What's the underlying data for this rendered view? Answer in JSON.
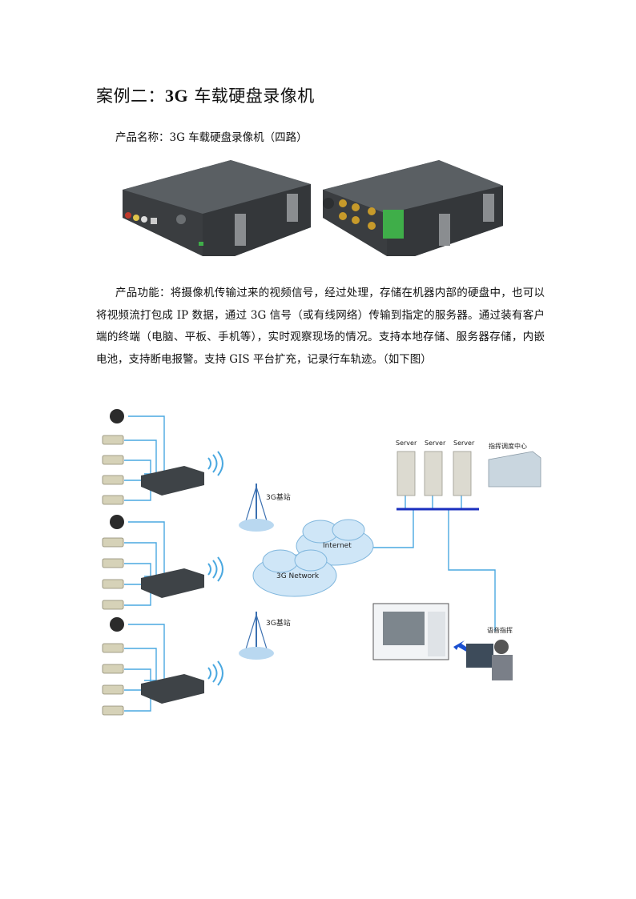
{
  "heading": {
    "prefix": "案例二：",
    "bold": "3G",
    "suffix": "车载硬盘录像机"
  },
  "product_name": "产品名称：3G 车载硬盘录像机（四路）",
  "function_text": "产品功能：将摄像机传输过来的视频信号，经过处理，存储在机器内部的硬盘中，也可以将视频流打包成 IP 数据，通过 3G 信号（或有线网络）传输到指定的服务器。通过装有客户端的终端（电脑、平板、手机等），实时观察现场的情况。支持本地存储、服务器存储，内嵌电池，支持断电报警。支持 GIS 平台扩充，记录行车轨迹。（如下图）",
  "diagram": {
    "servers": [
      "Server",
      "Server",
      "Server"
    ],
    "command_center": "指挥调度中心",
    "base_station_label": "3G基站",
    "internet": "Internet",
    "network_3g": "3G Network",
    "voice_command": "语音指挥"
  },
  "colors": {
    "line": "#4aa8e0",
    "bus": "#1a2fbf",
    "cloud": "#cfe6f7",
    "device": "#3e4347"
  }
}
